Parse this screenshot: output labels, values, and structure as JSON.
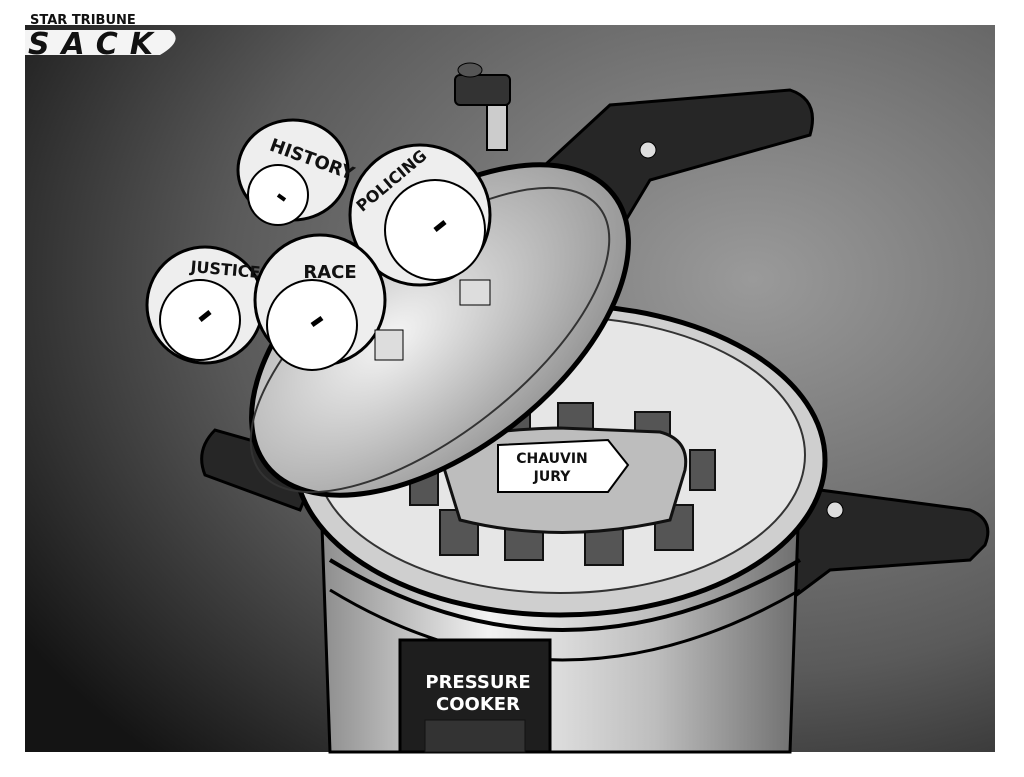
{
  "logo": {
    "publisher": "STAR TRIBUNE",
    "artist": "SACK"
  },
  "gauges": [
    {
      "label": "HISTORY"
    },
    {
      "label": "POLICING"
    },
    {
      "label": "JUSTICE"
    },
    {
      "label": "RACE"
    }
  ],
  "table_sign": {
    "line1": "CHAUVIN",
    "line2": "JURY"
  },
  "pot_label": {
    "line1": "PRESSURE",
    "line2": "COOKER"
  },
  "colors": {
    "background_dark": "#1c1c1c",
    "background_light": "#8a8a8a",
    "metal": "#d8d8d8",
    "handle": "#262626"
  }
}
